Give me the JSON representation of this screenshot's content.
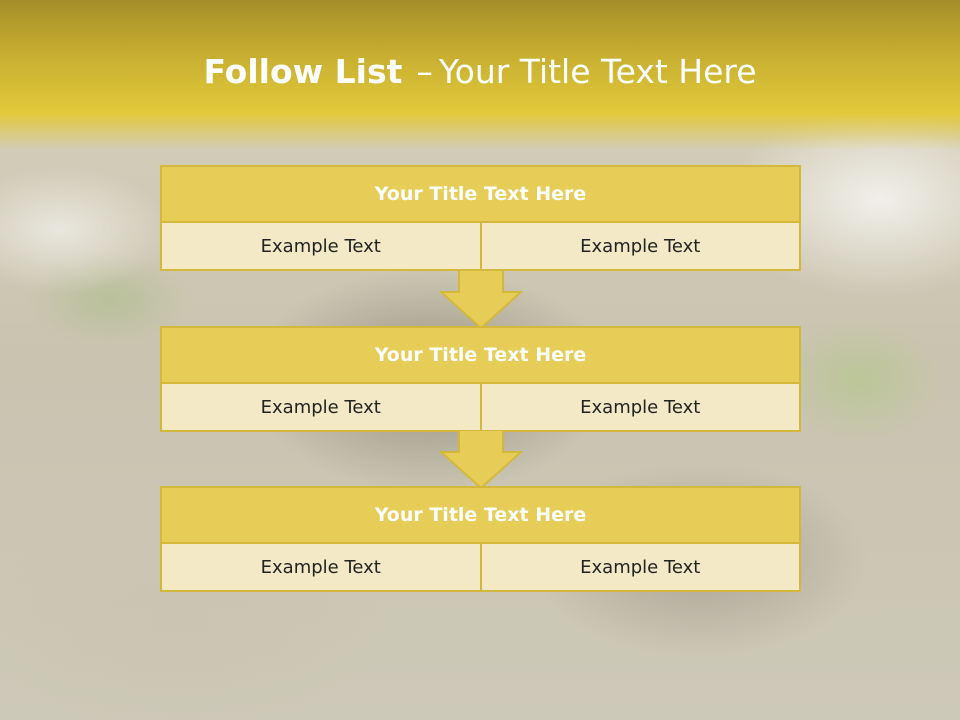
{
  "slide": {
    "title_bold": "Follow List",
    "title_dash": "–",
    "title_rest": "Your Title Text Here"
  },
  "blocks": [
    {
      "title": "Your Title Text Here",
      "left": "Example Text",
      "right": "Example Text"
    },
    {
      "title": "Your Title Text Here",
      "left": "Example Text",
      "right": "Example Text"
    },
    {
      "title": "Your Title Text Here",
      "left": "Example Text",
      "right": "Example Text"
    }
  ],
  "colors": {
    "header_gold": "#c6ad30",
    "block_title_fill": "#e6cd58",
    "cell_fill": "#f3e9c6",
    "border": "#d4b83b"
  }
}
